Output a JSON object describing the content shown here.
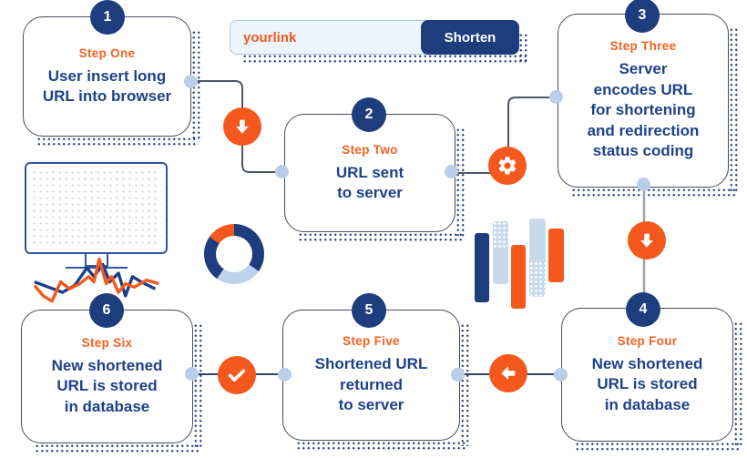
{
  "search_bar": {
    "input_value": "yourlink",
    "button_label": "Shorten"
  },
  "steps": [
    {
      "number": "1",
      "label": "Step One",
      "body": "User insert long\nURL into browser"
    },
    {
      "number": "2",
      "label": "Step Two",
      "body": "URL sent\nto server"
    },
    {
      "number": "3",
      "label": "Step Three",
      "body": "Server\nencodes URL\nfor shortening\nand redirection\nstatus coding"
    },
    {
      "number": "4",
      "label": "Step Four",
      "body": "New shortened\nURL is stored\nin database"
    },
    {
      "number": "5",
      "label": "Step Five",
      "body": "Shortened URL\nreturned\nto server"
    },
    {
      "number": "6",
      "label": "Step Six",
      "body": "New shortened\nURL is stored\nin database"
    }
  ],
  "flow_icons": [
    "down-arrow",
    "gear",
    "down-arrow",
    "left-arrow",
    "check"
  ],
  "colors": {
    "navy": "#1d3d7c",
    "text_navy": "#1d4289",
    "orange": "#f4581c",
    "label_orange": "#f4611e",
    "light_blue": "#c8d9ec",
    "node_dot_blue": "#b9cfe9",
    "line_gray": "#4d5568",
    "input_bg": "#ecf4fc"
  },
  "decorations": {
    "monitor_chart": {
      "type": "line",
      "series": [
        {
          "name": "navy-line"
        },
        {
          "name": "orange-line"
        }
      ]
    },
    "donut_chart": {
      "type": "pie",
      "segments": [
        "navy",
        "light-blue",
        "navy",
        "orange"
      ]
    },
    "bar_chart": {
      "type": "bar",
      "bars": [
        "navy",
        "light-blue",
        "orange",
        "light-blue",
        "orange"
      ]
    }
  }
}
